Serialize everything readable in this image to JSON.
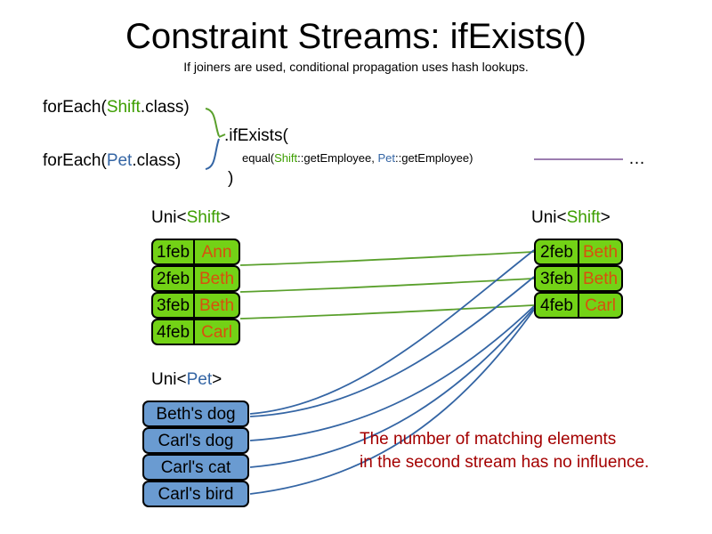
{
  "slide": {
    "title": "Constraint Streams: ifExists()",
    "subtitle": "If joiners are used, conditional propagation uses hash lookups."
  },
  "code": {
    "foreach_shift": {
      "prefix": "forEach(",
      "type": "Shift",
      "suffix": ".class)"
    },
    "foreach_pet": {
      "prefix": "forEach(",
      "type": "Pet",
      "suffix": ".class)"
    },
    "if_exists": ".ifExists(",
    "equal": {
      "prefix": "equal(",
      "left_type": "Shift",
      "left_ref": "::getEmployee, ",
      "right_type": "Pet",
      "right_ref": "::getEmployee)"
    },
    "close_paren": ")",
    "ellipsis": "…"
  },
  "headers": {
    "left_shift": {
      "prefix": "Uni<",
      "type": "Shift",
      "suffix": ">"
    },
    "right_shift": {
      "prefix": "Uni<",
      "type": "Shift",
      "suffix": ">"
    },
    "pet": {
      "prefix": "Uni<",
      "type": "Pet",
      "suffix": ">"
    }
  },
  "left_shift_table": {
    "rows": [
      {
        "date": "1feb",
        "name": "Ann"
      },
      {
        "date": "2feb",
        "name": "Beth"
      },
      {
        "date": "3feb",
        "name": "Beth"
      },
      {
        "date": "4feb",
        "name": "Carl"
      }
    ]
  },
  "right_shift_table": {
    "rows": [
      {
        "date": "2feb",
        "name": "Beth"
      },
      {
        "date": "3feb",
        "name": "Beth"
      },
      {
        "date": "4feb",
        "name": "Carl"
      }
    ]
  },
  "pet_table": {
    "rows": [
      {
        "label": "Beth's dog"
      },
      {
        "label": "Carl's dog"
      },
      {
        "label": "Carl's cat"
      },
      {
        "label": "Carl's bird"
      }
    ]
  },
  "note": "The number of matching elements\nin the second stream has no influence.",
  "colors": {
    "shift_green": "#3d9e00",
    "pet_blue": "#3465a4",
    "box_green": "#73d216",
    "box_blue": "#6a9bd1",
    "name_orange": "#d8500e",
    "link_green": "#5aa02c",
    "link_blue": "#3465a4",
    "rule_purple": "#7c5295",
    "note_red": "#a40000"
  }
}
